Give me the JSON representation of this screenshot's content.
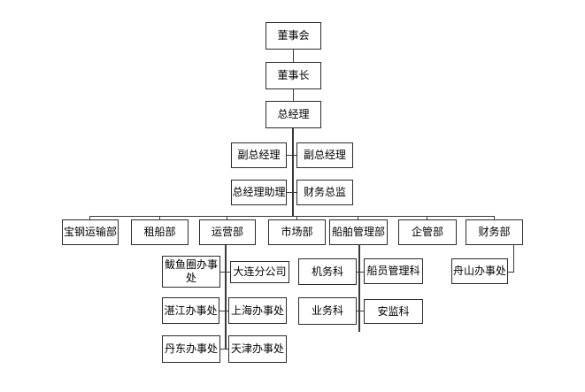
{
  "org_chart": {
    "top_chain": {
      "board": "董事会",
      "chairman": "董事长",
      "general_manager": "总经理"
    },
    "executive_row1": {
      "left": "副总经理",
      "right": "副总经理"
    },
    "executive_row2": {
      "left": "总经理助理",
      "right": "财务总监"
    },
    "departments": [
      "宝钢运输部",
      "租船部",
      "运营部",
      "市场部",
      "船舶管理部",
      "企管部",
      "财务部"
    ],
    "operations_children": {
      "left": [
        "鲅鱼圈办事处",
        "湛江办事处",
        "丹东办事处"
      ],
      "right": [
        "大连分公司",
        "上海办事处",
        "天津办事处"
      ]
    },
    "ship_management_children": {
      "left": [
        "机务科",
        "业务科"
      ],
      "right": [
        "船员管理科",
        "安监科"
      ]
    },
    "finance_children": [
      "舟山办事处"
    ],
    "line_color": "#3a3a3a",
    "box_fill": "#ffffff"
  }
}
